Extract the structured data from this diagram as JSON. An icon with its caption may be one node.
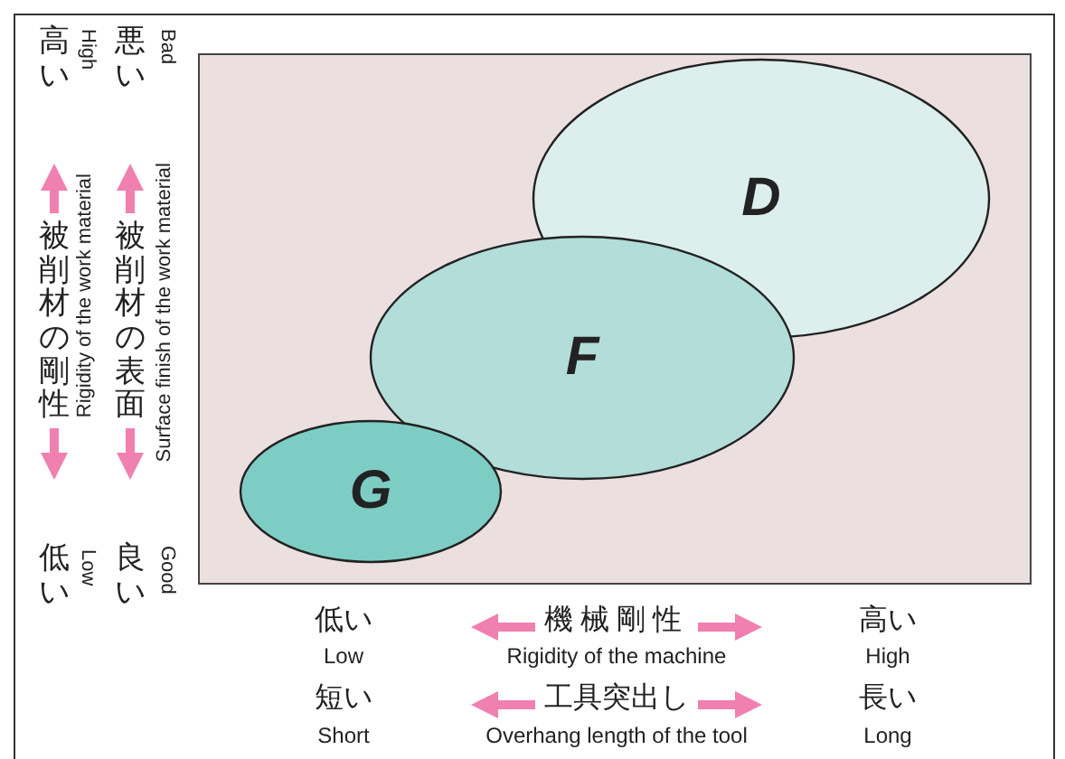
{
  "diagram": {
    "nodes": [
      {
        "text": [
          "D"
        ]
      },
      {
        "text": [
          "F"
        ]
      },
      {
        "text": [
          "G"
        ]
      }
    ],
    "labels": [
      "高い",
      "High",
      "悪い",
      "Bad",
      "被削材の剛性",
      "Rigidity of the work material",
      "被削材の表面",
      "Surface finish of the work material",
      "低い",
      "Low",
      "良い",
      "Good",
      "低い",
      "Low",
      "機械剛性",
      "Rigidity of the machine",
      "高い",
      "High",
      "短い",
      "Short",
      "工具突出し",
      "Overhang length of the tool",
      "長い",
      "Long"
    ]
  }
}
